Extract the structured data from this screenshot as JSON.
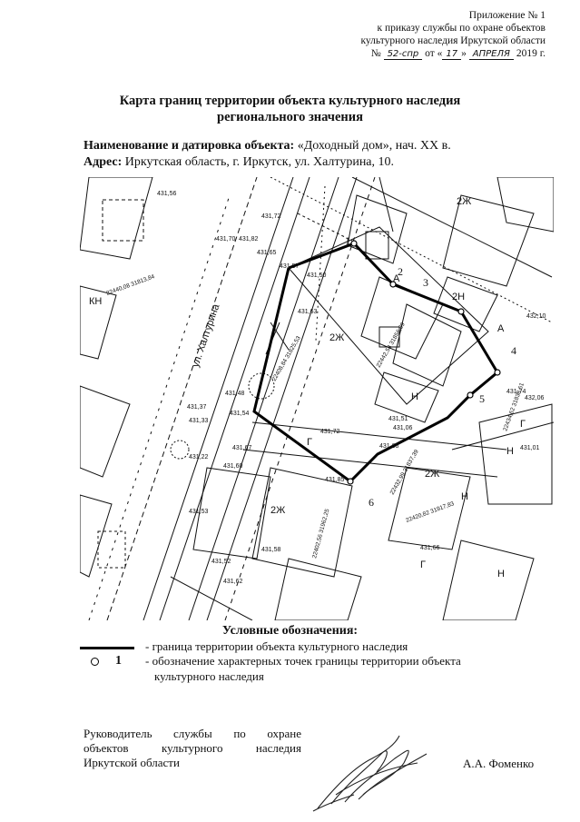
{
  "appendix": {
    "line1": "Приложение № 1",
    "line2": "к приказу службы по охране объектов",
    "line3": "культурного наследия Иркутской области",
    "number_prefix": "№",
    "number_value": "52-спр",
    "date_prefix": "от «",
    "date_day": "17",
    "date_mid": "»",
    "date_month": "АПРЕЛЯ",
    "date_year": "2019 г."
  },
  "title": {
    "line1": "Карта границ территории объекта культурного наследия",
    "line2": "регионального значения"
  },
  "object": {
    "name_label": "Наименование и датировка объекта:",
    "name_value": " «Доходный дом», нач. XX в.",
    "address_label": "Адрес:",
    "address_value": " Иркутская область, г. Иркутск, ул. Халтурина, 10."
  },
  "map": {
    "street_label": "ул. Халтурина",
    "point_labels": [
      "1",
      "2",
      "3",
      "4",
      "5",
      "6"
    ],
    "building_labels": [
      "2Ж",
      "2Ж",
      "2Ж",
      "2Ж",
      "2Н",
      "КН",
      "Н",
      "Н",
      "Н",
      "Н",
      "Г",
      "Г",
      "Г",
      "А",
      "А"
    ],
    "elevations": [
      "431,56",
      "431,70",
      "431,72",
      "431,82",
      "431,65",
      "431,57",
      "431,50",
      "431,63",
      "431,51",
      "431,06",
      "431,48",
      "431,37",
      "431,33",
      "431,54",
      "431,67",
      "431,60",
      "431,53",
      "431,52",
      "431,62",
      "431,58",
      "431,66",
      "431,74",
      "432,06",
      "432,10",
      "431,68",
      "431,72",
      "431,85",
      "431,01",
      "431,22"
    ],
    "coordinates": [
      "22440,08 31813,84",
      "22408,84 31825,53",
      "22442,58 31856,89",
      "22434,62 31838,61",
      "22432,99 31837,39",
      "22420,82 31917,83",
      "22402,56 31962,25"
    ]
  },
  "legend": {
    "title": "Условные обозначения:",
    "item1_text": "- граница территории объекта культурного наследия",
    "item2_symbol_label": "1",
    "item2_text_line1": "- обозначение характерных точек границы территории объекта",
    "item2_text_line2": "культурного наследия"
  },
  "signature": {
    "line1_words": [
      "Руководитель",
      "службы",
      "по",
      "охране"
    ],
    "line2_words": [
      "объектов",
      "культурного",
      "наследия"
    ],
    "line3": "Иркутской области",
    "name": "А.А. Фоменко"
  }
}
